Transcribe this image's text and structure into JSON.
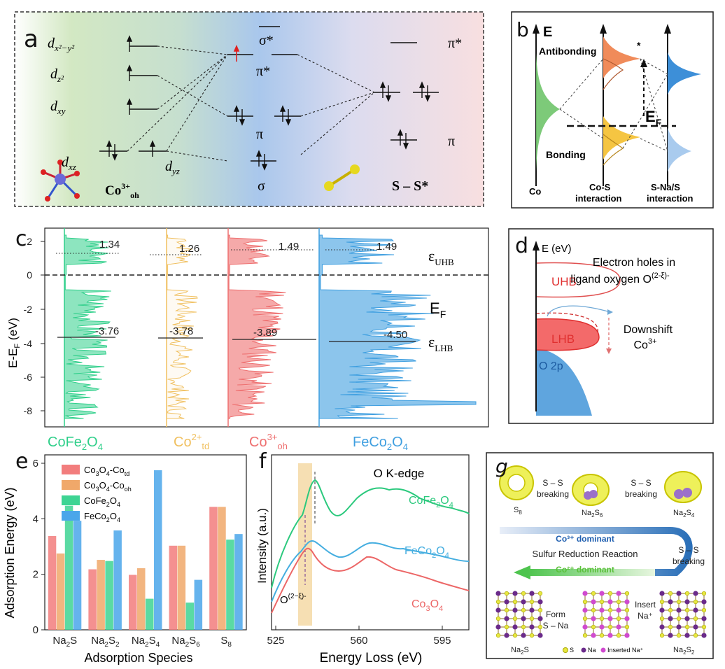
{
  "panel_a": {
    "label": "a",
    "orbitals": {
      "dx2y2": "d",
      "dx2y2_sub": "x²−y²",
      "dz2": "d",
      "dz2_sub": "z²",
      "dxy": "d",
      "dxy_sub": "xy",
      "dxz": "d",
      "dxz_sub": "xz",
      "dyz": "d",
      "dyz_sub": "yz"
    },
    "co_label": "Co",
    "co_sup": "3+",
    "co_sub": "oh",
    "mo": {
      "sigma_star": "σ*",
      "pi_star": "π*",
      "pi": "π",
      "sigma": "σ"
    },
    "s_levels": {
      "pi_star": "π*",
      "pi": "π"
    },
    "ss_label": "S – S*",
    "colors": {
      "bg_left": "#cfe6c0",
      "bg_mid": "#a9c8ea",
      "bg_right": "#f7dcdc",
      "red_arrow": "#e02020"
    }
  },
  "panel_b": {
    "label": "b",
    "axis": "E",
    "antibonding": "Antibonding",
    "bonding": "Bonding",
    "star": "*",
    "ef": "E",
    "ef_sub": "F",
    "x_labels": [
      "Co",
      "Co-S\ninteraction",
      "S-Na/S\ninteraction"
    ],
    "x1": "Co",
    "x2a": "Co-S",
    "x2b": "interaction",
    "x3a": "S-Na/S",
    "x3b": "interaction"
  },
  "panel_c": {
    "label": "c",
    "ylabel": "E-E",
    "ylabel_sub": "F",
    "ylabel_unit": " (eV)",
    "yticks": [
      "2",
      "0",
      "-2",
      "-4",
      "-6",
      "-8"
    ],
    "series": [
      {
        "name": "CoFe₂O₄",
        "color": "#2fcf8a",
        "uhb": "1.34",
        "lhb": "-3.76"
      },
      {
        "name": "Co²⁺td",
        "color": "#f0c060",
        "uhb": "1.26",
        "lhb": "-3.78"
      },
      {
        "name": "Co³⁺oh",
        "color": "#ee7070",
        "uhb": "1.49",
        "lhb": "-3.89"
      },
      {
        "name": "FeCo₂O₄",
        "color": "#3f9fe0",
        "uhb": "1.49",
        "lhb": "-4.50"
      }
    ],
    "s1_name": "CoFe",
    "s1_sub1": "2",
    "s1_mid": "O",
    "s1_sub2": "4",
    "s2_name": "Co",
    "s2_sup": "2+",
    "s2_sub": "td",
    "s3_name": "Co",
    "s3_sup": "3+",
    "s3_sub": "oh",
    "s4_name": "FeCo",
    "s4_sub1": "2",
    "s4_mid": "O",
    "s4_sub2": "4",
    "e_uhb": "ε",
    "e_uhb_sub": "UHB",
    "e_lhb": "ε",
    "e_lhb_sub": "LHB",
    "ef": "E",
    "ef_sub": "F"
  },
  "panel_d": {
    "label": "d",
    "axis": "E (eV)",
    "uhb": "UHB",
    "lhb": "LHB",
    "o2p": "O 2p",
    "holes_line1": "Electron holes in",
    "holes_line2": "ligand oxygen O",
    "holes_sup": "(2-ξ)-",
    "downshift": "Downshift",
    "co3": "Co",
    "co3_sup": "3+"
  },
  "panel_e": {
    "label": "e",
    "ylabel": "Adsorption Energy (eV)",
    "xlabel": "Adsorption Species",
    "legend": [
      {
        "t": "Co",
        "s1": "3",
        "m": "O",
        "s2": "4",
        "tail": "-Co",
        "s3": "td"
      },
      {
        "t": "Co",
        "s1": "3",
        "m": "O",
        "s2": "4",
        "tail": "-Co",
        "s3": "oh"
      },
      {
        "t": "CoFe",
        "s1": "2",
        "m": "O",
        "s2": "4",
        "tail": "",
        "s3": ""
      },
      {
        "t": "FeCo",
        "s1": "2",
        "m": "O",
        "s2": "4",
        "tail": "",
        "s3": ""
      }
    ]
  },
  "panel_f": {
    "label": "f",
    "ylabel": "Intensity (a.u.)",
    "xlabel": "Energy Loss (eV)",
    "title": "O K-edge",
    "oxi": "O",
    "oxi_sup": "(2−ξ)-",
    "xticks": [
      "525",
      "560",
      "595"
    ],
    "s1": "CoFe",
    "s1_a": "2",
    "s1_b": "O",
    "s1_c": "4",
    "s2": "FeCo",
    "s2_a": "2",
    "s2_b": "O",
    "s2_c": "4",
    "s3": "Co",
    "s3_a": "3",
    "s3_b": "O",
    "s3_c": "4"
  },
  "panel_g": {
    "label": "g",
    "s8": "S",
    "s8_sub": "8",
    "na2s6": "Na",
    "na2s6_a": "2",
    "na2s6_b": "S",
    "na2s6_c": "6",
    "na2s4": "Na",
    "na2s4_a": "2",
    "na2s4_b": "S",
    "na2s4_c": "4",
    "break1a": "S – S",
    "break1b": "breaking",
    "break2a": "S – S",
    "break2b": "breaking",
    "break3a": "S – S",
    "break3b": "breaking",
    "co3_dom": "Co³⁺ dominant",
    "srr": "Sulfur Reduction Reaction",
    "co2_dom": "Co²⁺ dominant",
    "form_a": "Form",
    "form_b": "S – Na",
    "insert_a": "Insert",
    "insert_b": "Na⁺",
    "na2s": "Na",
    "na2s_a": "2",
    "na2s_b": "S",
    "na2s2": "Na",
    "na2s2_a": "2",
    "na2s2_b": "S",
    "na2s2_c": "2",
    "leg_s": "S",
    "leg_na": "Na",
    "leg_ins": "Inserted Na⁺"
  },
  "chart_data": [
    {
      "type": "bar",
      "title": "",
      "xlabel": "Adsorption Species",
      "ylabel": "Adsorption Energy (eV)",
      "ylim": [
        0,
        6
      ],
      "categories": [
        "Na₂S",
        "Na₂S₂",
        "Na₂S₄",
        "Na₂S₆",
        "S₈"
      ],
      "category_parts": [
        [
          "Na",
          "2",
          "S",
          ""
        ],
        [
          "Na",
          "2",
          "S",
          "2"
        ],
        [
          "Na",
          "2",
          "S",
          "4"
        ],
        [
          "Na",
          "2",
          "S",
          "6"
        ],
        [
          "S",
          "8",
          "",
          ""
        ]
      ],
      "series": [
        {
          "name": "Co₃O₄-Cotd",
          "color": "#f27d7d",
          "values": [
            3.38,
            2.18,
            1.98,
            3.03,
            4.43
          ]
        },
        {
          "name": "Co₃O₄-Cooh",
          "color": "#f0a86a",
          "values": [
            2.75,
            2.52,
            2.22,
            3.03,
            4.43
          ]
        },
        {
          "name": "CoFe₂O₄",
          "color": "#3dd493",
          "values": [
            4.47,
            2.48,
            1.12,
            0.98,
            3.25
          ]
        },
        {
          "name": "FeCo₂O₄",
          "color": "#4aa6ea",
          "values": [
            3.93,
            3.58,
            5.75,
            1.8,
            3.45
          ]
        }
      ],
      "yticks": [
        "0",
        "2",
        "4",
        "6"
      ]
    }
  ]
}
